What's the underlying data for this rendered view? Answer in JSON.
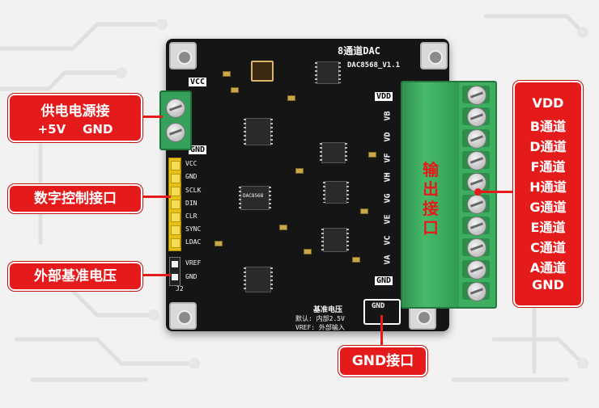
{
  "board": {
    "title": "8通道DAC",
    "model": "DAC8568_V1.1",
    "chip_marking": "DAC8568",
    "bottom_note_title": "基准电压",
    "bottom_note_line1": "默认: 内部2.5V",
    "bottom_note_line2": "VREF: 外部输入",
    "gnd_pad": "GND",
    "silk_vcc": "VCC",
    "silk_gnd": "GND",
    "j2": "J2",
    "header_pins": [
      "VCC",
      "GND",
      "SCLK",
      "DIN",
      "CLR",
      "SYNC",
      "LDAC"
    ],
    "vref_pins": [
      "VREF",
      "GND"
    ],
    "terminal_silk": [
      "VDD",
      "VB",
      "VD",
      "VF",
      "VH",
      "VG",
      "VE",
      "VC",
      "VA",
      "GND"
    ],
    "output_label": "输出接口"
  },
  "callouts": {
    "power": {
      "line1": "供电电源接",
      "line2": "+5V    GND"
    },
    "digital": "数字控制接口",
    "vref": "外部基准电压",
    "gnd": "GND接口"
  },
  "right_label": {
    "items": [
      "VDD",
      "B通道",
      "D通道",
      "F通道",
      "H通道",
      "G通道",
      "E通道",
      "C通道",
      "A通道",
      "GND"
    ]
  },
  "colors": {
    "callout_red": "#e51b1b",
    "pcb": "#151515",
    "terminal_green": "#3dae5f",
    "header_yellow": "#e6c216"
  }
}
